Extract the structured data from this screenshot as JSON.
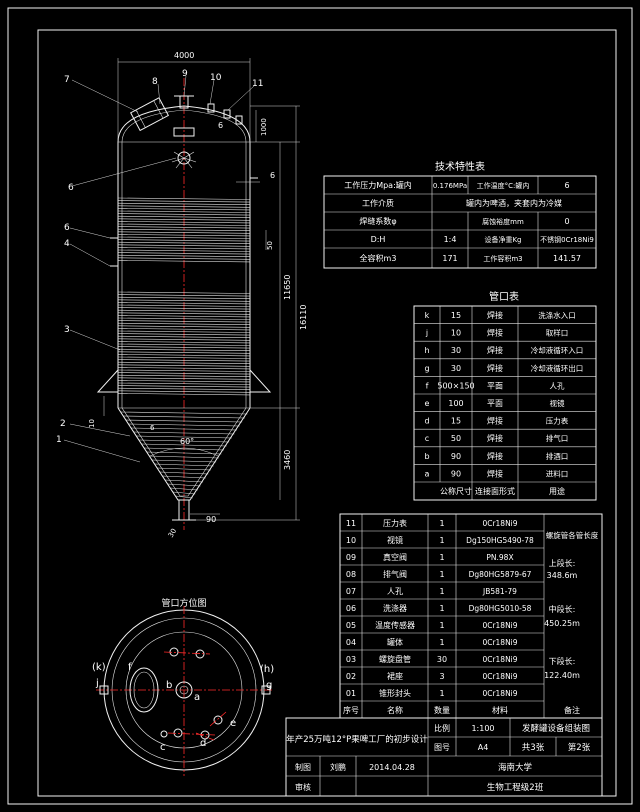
{
  "vessel": {
    "callouts": [
      "7",
      "8",
      "9",
      "10",
      "11",
      "6",
      "6",
      "6",
      "4",
      "3",
      "2",
      "1"
    ],
    "dims": {
      "diameter": "4000",
      "head_height": "1000",
      "jacket_pitch": "50",
      "shell_height": "11650",
      "overall_height": "16110",
      "cone_height": "3460",
      "cone_angle": "60°",
      "outlet_offset": "90",
      "support_height": "10",
      "jacket_gap": "6",
      "weld": "6",
      "outlet_size": "30"
    }
  },
  "tech": {
    "title": "技术特性表",
    "rows": [
      [
        "工作压力Mpa:罐内",
        "0.176MPa",
        "工作温度°C:罐内",
        "6"
      ],
      [
        "工作介质",
        "罐内为啤酒，夹套内为冷媒"
      ],
      [
        "焊缝系数φ",
        "",
        "腐蚀裕度mm",
        "0"
      ],
      [
        "D:H",
        "1:4",
        "设备净重Kg",
        "不锈钢0Cr18Ni9"
      ],
      [
        "全容积m3",
        "171",
        "工作容积m3",
        "141.57"
      ]
    ]
  },
  "nozzles": {
    "title": "管口表",
    "rows": [
      [
        "k",
        "15",
        "焊接",
        "洗涤水入口"
      ],
      [
        "j",
        "10",
        "焊接",
        "取样口"
      ],
      [
        "h",
        "30",
        "焊接",
        "冷却液循环入口"
      ],
      [
        "g",
        "30",
        "焊接",
        "冷却液循环出口"
      ],
      [
        "f",
        "500×150",
        "平面",
        "人孔"
      ],
      [
        "e",
        "100",
        "平面",
        "视镜"
      ],
      [
        "d",
        "15",
        "焊接",
        "压力表"
      ],
      [
        "c",
        "50",
        "焊接",
        "排气口"
      ],
      [
        "b",
        "90",
        "焊接",
        "排酒口"
      ],
      [
        "a",
        "90",
        "焊接",
        "进料口"
      ]
    ],
    "footer": [
      "公称尺寸",
      "连接面形式",
      "用途"
    ]
  },
  "parts": {
    "rows": [
      [
        "11",
        "压力表",
        "1",
        "0Cr18Ni9"
      ],
      [
        "10",
        "视镜",
        "1",
        "Dg150HG5490-78"
      ],
      [
        "09",
        "真空阀",
        "1",
        "PN.98X"
      ],
      [
        "08",
        "排气阀",
        "1",
        "Dg80HG5879-67"
      ],
      [
        "07",
        "人孔",
        "1",
        "JB581-79"
      ],
      [
        "06",
        "洗涤器",
        "1",
        "Dg80HG5010-58"
      ],
      [
        "05",
        "温度传感器",
        "1",
        "0Cr18Ni9"
      ],
      [
        "04",
        "罐体",
        "1",
        "0Cr18Ni9"
      ],
      [
        "03",
        "螺旋盘管",
        "30",
        "0Cr18Ni9"
      ],
      [
        "02",
        "裙座",
        "3",
        "0Cr18Ni9"
      ],
      [
        "01",
        "锥形封头",
        "1",
        "0Cr18Ni9"
      ]
    ],
    "footer": [
      "序号",
      "名称",
      "数量",
      "材料",
      "备注"
    ],
    "note_title": "螺旋管各管长度",
    "notes": [
      "上段长:",
      "348.6m",
      "中段长:",
      "450.25m",
      "下段长:",
      "122.40m"
    ]
  },
  "plan": {
    "title": "管口方位图",
    "labels": [
      "(k)",
      "j",
      "(h)",
      "g",
      "f",
      "b",
      "a",
      "c",
      "d",
      "e"
    ]
  },
  "title_block": {
    "project": "年产25万吨12°P果啤工厂的初步设计",
    "scale_label": "比例",
    "scale_value": "1:100",
    "drawing_name": "发酵罐设备组装图",
    "sheet_label": "图号",
    "sheet_value": "A4",
    "sheet_count": "共3张",
    "sheet_no": "第2张",
    "drawn_label": "制图",
    "drawn_by": "刘鹏",
    "date": "2014.04.28",
    "school": "海南大学",
    "checked_label": "审核",
    "class_name": "生物工程级2班"
  }
}
